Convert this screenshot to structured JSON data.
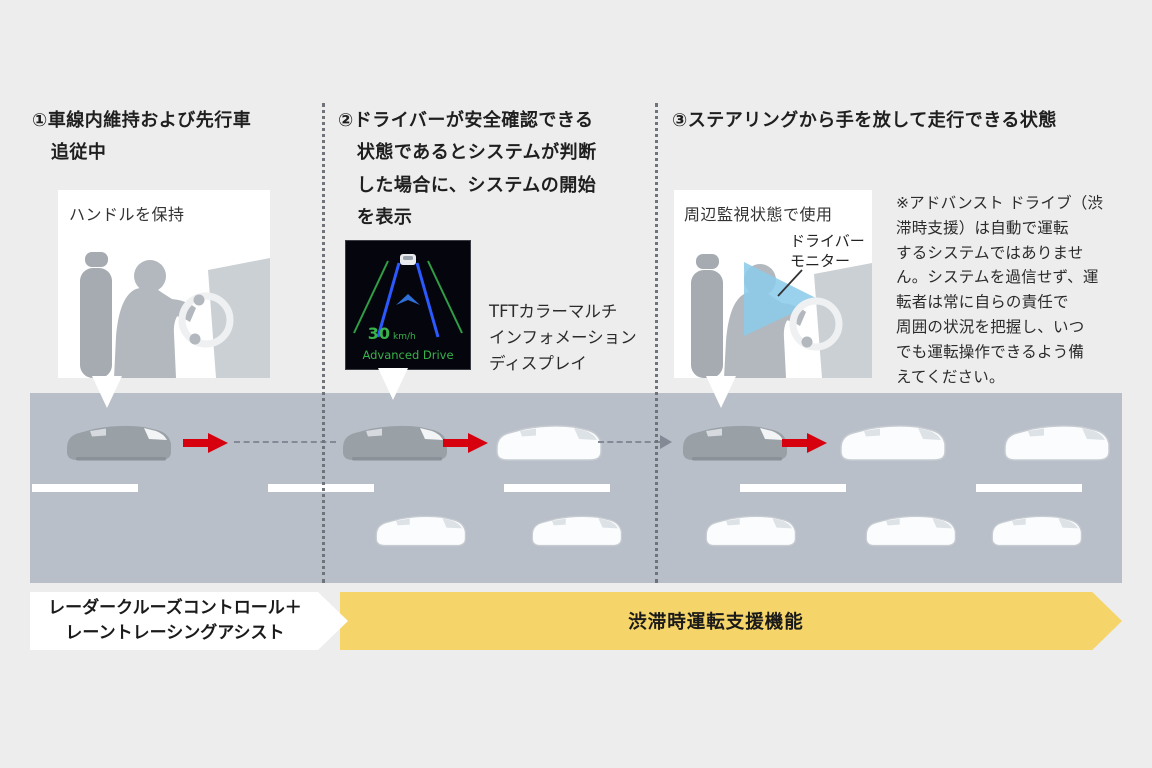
{
  "colors": {
    "background": "#ededed",
    "road_gray": "#b8bfc9",
    "accent_red": "#d7000f",
    "banner_yellow": "#f5d469",
    "monitor_cone_blue": "#8ccbeb",
    "display_green": "#38b24a",
    "display_lane_blue": "#2b59ff"
  },
  "sections": [
    {
      "title": "①車線内維持および先行車\n追従中"
    },
    {
      "title": "②ドライバーが安全確認できる\n状態であるとシステムが判断\nした場合に、システムの開始\nを表示"
    },
    {
      "title": "③ステアリングから手を放して走行できる状態"
    }
  ],
  "callout_hold": {
    "label": "ハンドルを保持"
  },
  "display": {
    "speed": "30",
    "speed_unit": "km/h",
    "mode": "Advanced Drive",
    "caption": "TFTカラーマルチ\nインフォメーション\nディスプレイ"
  },
  "callout_monitor": {
    "label": "周辺監視状態で使用",
    "pointer_label": "ドライバー\nモニター"
  },
  "disclaimer": "※アドバンスト ドライブ（渋\n滞時支援）は自動で運転\nするシステムではありませ\nん。システムを過信せず、運\n転者は常に自らの責任で\n周囲の状況を把握し、いつ\nでも運転操作できるよう備\nえてください。",
  "banner": {
    "left": "レーダークルーズコントロール＋\nレーントレーシングアシスト",
    "right": "渋滞時運転支援機能"
  }
}
